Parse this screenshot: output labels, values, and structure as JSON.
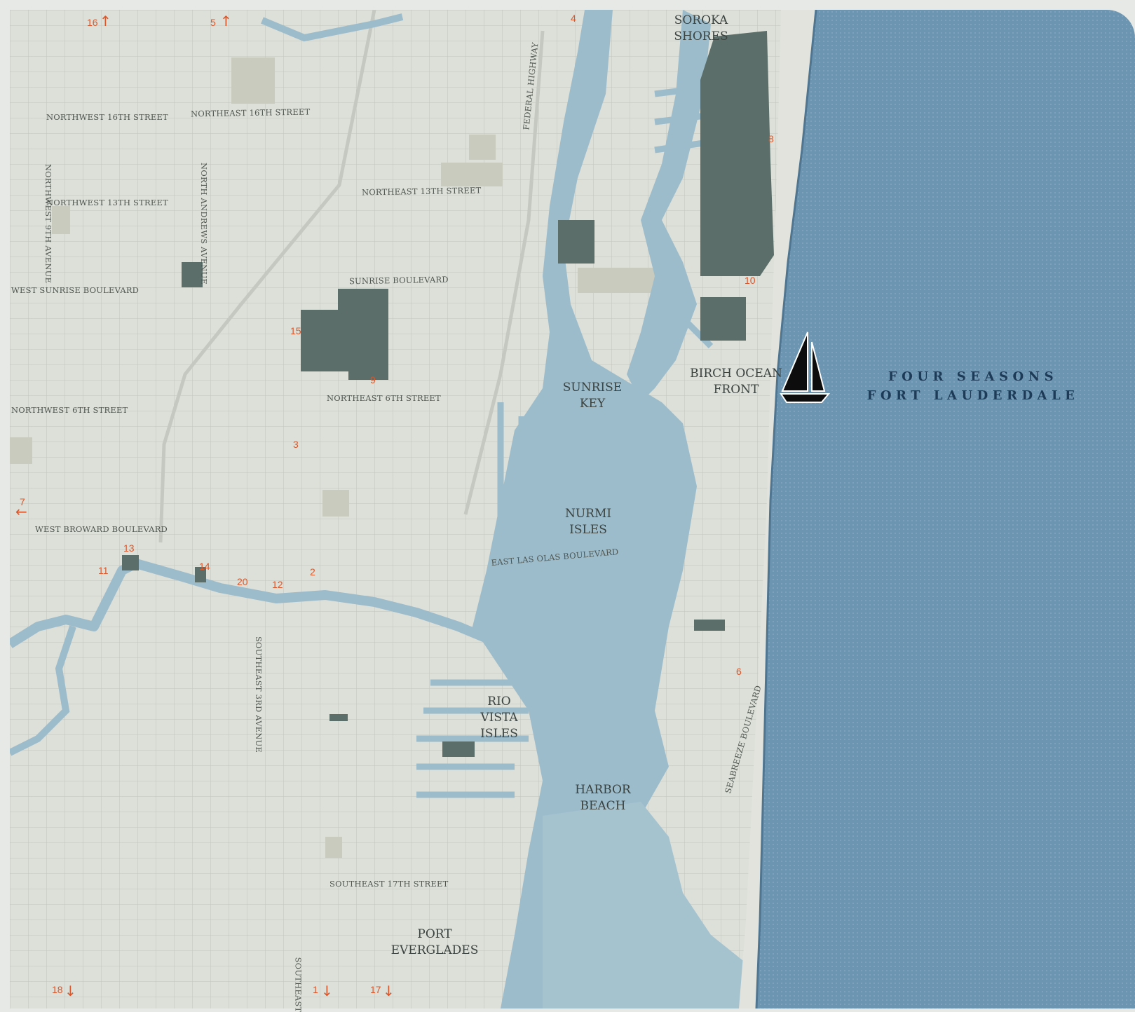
{
  "map": {
    "colors": {
      "land": "#dde0d9",
      "street_grid": "#b8bdb6",
      "water": "#9dbccb",
      "ocean": "#6f98b5",
      "park": "#5c6e69",
      "marker": "#d9572b",
      "label": "#4f5650"
    },
    "hotel": {
      "line1": "FOUR SEASONS",
      "line2": "FORT LAUDERDALE",
      "icon": "sailboat-icon"
    },
    "neighborhoods": [
      "SOROKA\nSHORES",
      "BIRCH OCEAN\nFRONT",
      "SUNRISE\nKEY",
      "NURMI\nISLES",
      "RIO\nVISTA\nISLES",
      "HARBOR\nBEACH",
      "PORT\nEVERGLADES"
    ],
    "streets": [
      "NORTHWEST 16TH STREET",
      "NORTHEAST 16TH STREET",
      "NORTHWEST 13TH STREET",
      "NORTHEAST 13TH STREET",
      "WEST SUNRISE BOULEVARD",
      "SUNRISE BOULEVARD",
      "NORTHWEST 6TH STREET",
      "NORTHEAST 6TH STREET",
      "WEST BROWARD BOULEVARD",
      "EAST LAS OLAS BOULEVARD",
      "SOUTHEAST 17TH STREET",
      "FEDERAL HIGHWAY",
      "NORTH ANDREWS AVENUE",
      "NORTHWEST 9TH AVENUE",
      "SOUTHEAST 3RD AVENUE",
      "SEABREEZE BOULEVARD",
      "SOUTHEAST"
    ],
    "markers": [
      "16",
      "5",
      "4",
      "8",
      "10",
      "15",
      "9",
      "3",
      "7",
      "13",
      "11",
      "14",
      "20",
      "12",
      "2",
      "6",
      "18",
      "1",
      "17"
    ]
  }
}
